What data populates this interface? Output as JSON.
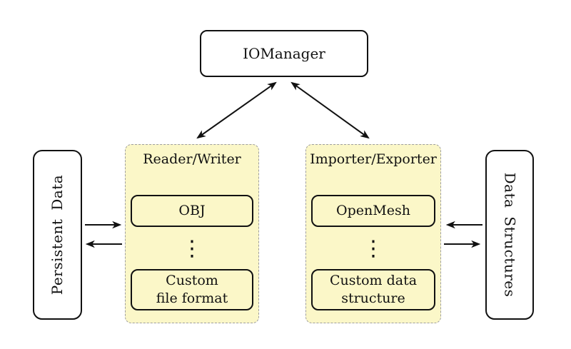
{
  "title": "IOManager input/output scheme diagram",
  "colors": {
    "background": "#ffffff",
    "panel_fill": "#fbf7c8",
    "panel_border": "#9e9e9e",
    "box_border": "#111111",
    "arrow": "#111111",
    "text": "#111111"
  },
  "nodes": {
    "io_manager": {
      "label": "IOManager"
    },
    "persistent_data": {
      "label": "Persistent Data"
    },
    "data_structures": {
      "label": "Data Structures"
    },
    "reader_writer": {
      "title": "Reader/Writer",
      "top_item": "OBJ",
      "ellipsis": "⋮",
      "bottom_item": "Custom\nfile format"
    },
    "importer_exporter": {
      "title": "Importer/Exporter",
      "top_item": "OpenMesh",
      "ellipsis": "⋮",
      "bottom_item": "Custom data\nstructure"
    }
  },
  "arrows": [
    {
      "name": "iomanager-reader-writer",
      "type": "double-headed diagonal"
    },
    {
      "name": "iomanager-importer-exporter",
      "type": "double-headed diagonal"
    },
    {
      "name": "persistent-data-to-reader-writer",
      "type": "right"
    },
    {
      "name": "reader-writer-to-persistent-data",
      "type": "left"
    },
    {
      "name": "data-structures-to-importer-exporter",
      "type": "left"
    },
    {
      "name": "importer-exporter-to-data-structures",
      "type": "right"
    }
  ]
}
